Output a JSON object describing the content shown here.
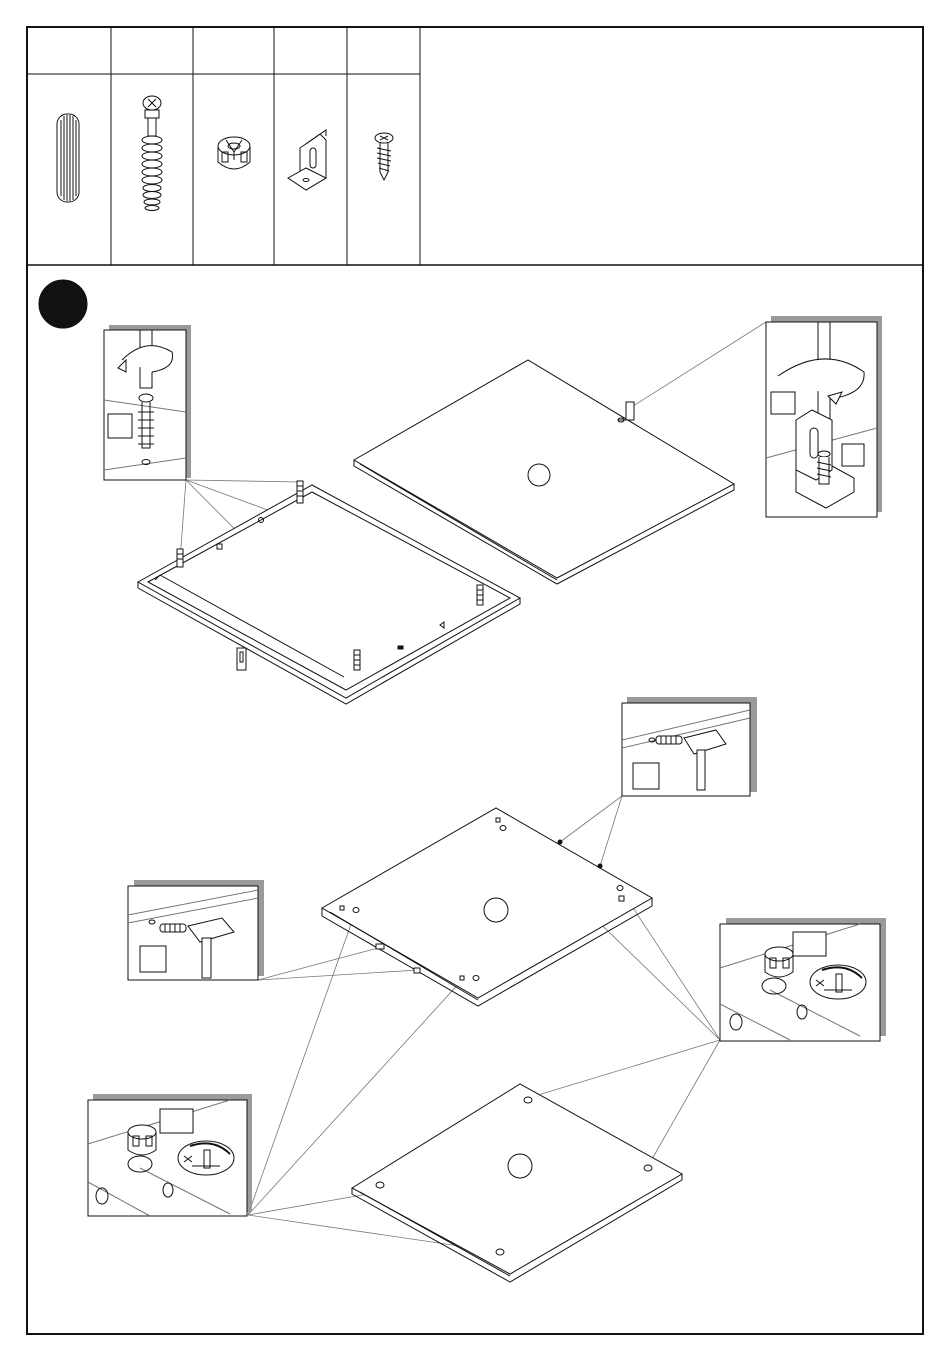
{
  "document": {
    "page_type": "assembly-instruction-sheet",
    "colors": {
      "ink": "#111111",
      "paper": "#ffffff",
      "shadow": "#9a9a9a",
      "leader": "#777777"
    }
  },
  "parts_table": {
    "items": [
      {
        "icon": "wooden-dowel-icon",
        "label": ""
      },
      {
        "icon": "cam-bolt-icon",
        "label": ""
      },
      {
        "icon": "cam-lock-icon",
        "label": ""
      },
      {
        "icon": "l-bracket-icon",
        "label": ""
      },
      {
        "icon": "wood-screw-icon",
        "label": ""
      }
    ]
  },
  "step": {
    "number": "",
    "badge_icon": "step-number-badge-icon"
  },
  "panels": [
    {
      "name": "top-panel",
      "circle_label": ""
    },
    {
      "name": "side-panel-1",
      "circle_label": ""
    },
    {
      "name": "side-panel-2",
      "circle_label": ""
    }
  ],
  "detail_insets": [
    {
      "name": "inset-screwdriver-cam-bolt",
      "icon": "screwdriver-rotate-icon",
      "box_label": ""
    },
    {
      "name": "inset-screwdriver-bracket",
      "icon": "screwdriver-rotate-icon",
      "box_labels": [
        "",
        ""
      ]
    },
    {
      "name": "inset-hammer-dowel-right",
      "icon": "hammer-icon",
      "box_label": ""
    },
    {
      "name": "inset-hammer-dowel-left",
      "icon": "hammer-icon",
      "box_label": ""
    },
    {
      "name": "inset-cam-lock-right",
      "icon": "cam-lock-icon",
      "box_label": ""
    },
    {
      "name": "inset-cam-lock-left",
      "icon": "cam-lock-icon",
      "box_label": ""
    }
  ]
}
